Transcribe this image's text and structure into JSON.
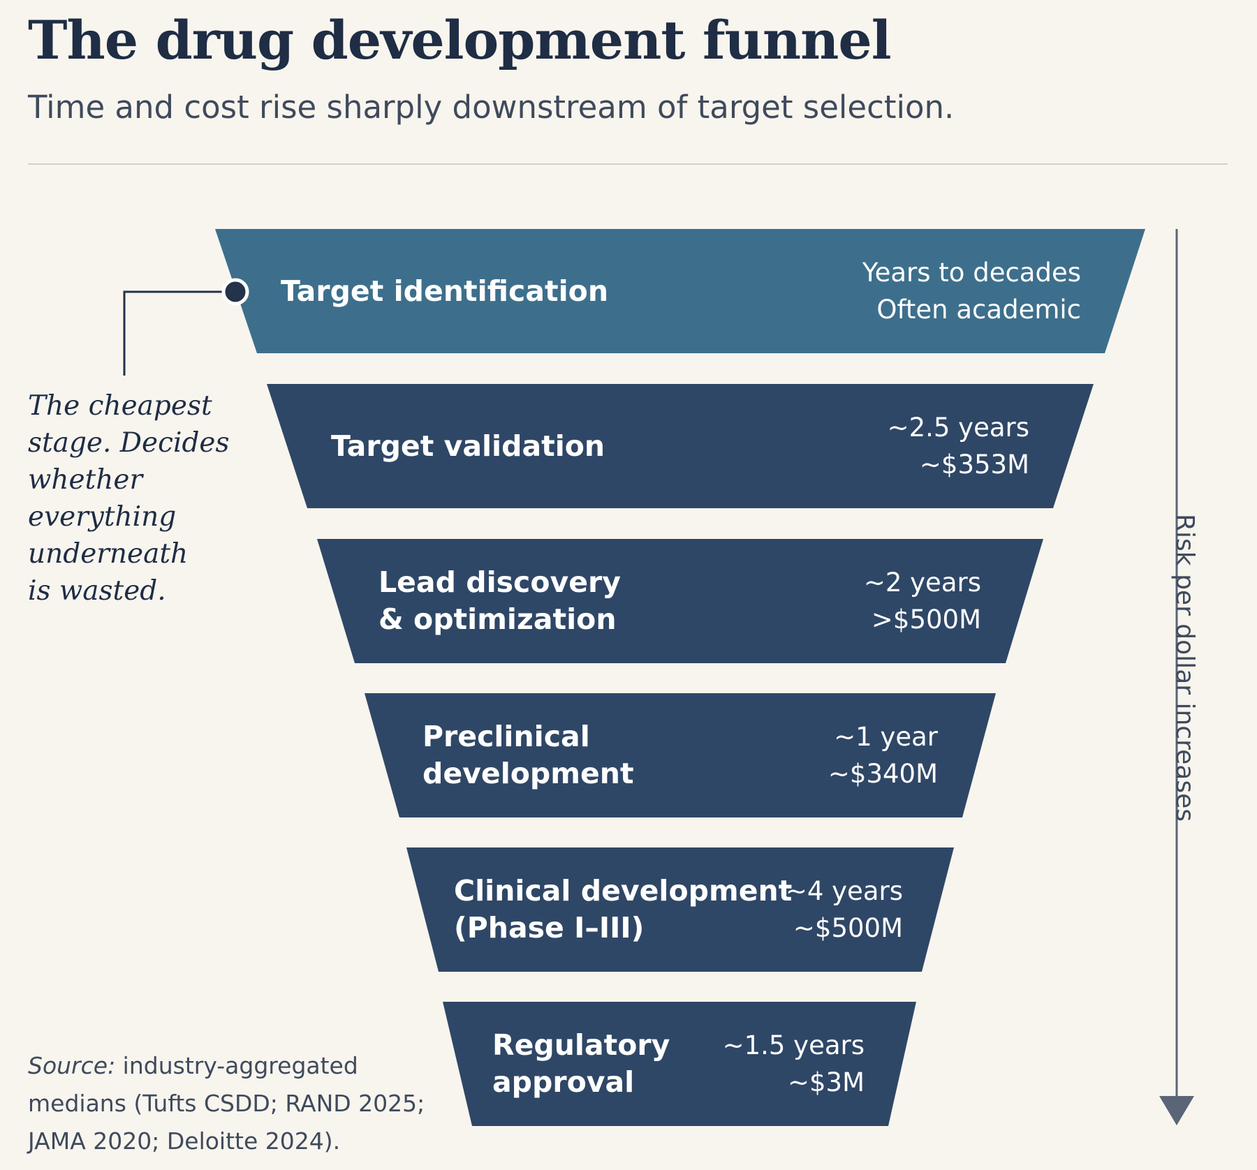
{
  "header": {
    "title": "The drug development funnel",
    "subtitle": "Time and cost rise sharply downstream of target selection."
  },
  "stages": [
    {
      "name_lines": [
        "Target identification"
      ],
      "meta_lines": [
        "Years to decades",
        "Often academic"
      ],
      "color": "#3d6f8c",
      "highlighted": true
    },
    {
      "name_lines": [
        "Target validation"
      ],
      "meta_lines": [
        "~2.5 years",
        "~$353M"
      ],
      "color": "#2f4766"
    },
    {
      "name_lines": [
        "Lead discovery",
        "& optimization"
      ],
      "meta_lines": [
        "~2 years",
        ">$500M"
      ],
      "color": "#2f4766"
    },
    {
      "name_lines": [
        "Preclinical",
        "development"
      ],
      "meta_lines": [
        "~1 year",
        "~$340M"
      ],
      "color": "#2f4766"
    },
    {
      "name_lines": [
        "Clinical development",
        "(Phase I–III)"
      ],
      "meta_lines": [
        "~4 years",
        "~$500M"
      ],
      "color": "#2f4766"
    },
    {
      "name_lines": [
        "Regulatory",
        "approval"
      ],
      "meta_lines": [
        "~1.5 years",
        "~$3M"
      ],
      "color": "#2f4766"
    }
  ],
  "annotation": {
    "lines": [
      "The cheapest",
      "stage. Decides",
      "whether",
      "everything",
      "underneath",
      "is wasted."
    ]
  },
  "source": {
    "label": "Source:",
    "line1": " industry-aggregated",
    "line2": "medians (Tufts CSDD; RAND 2025;",
    "line3": "JAMA 2020; Deloitte 2024)."
  },
  "axis": {
    "label": "Risk per dollar increases",
    "color": "#5a6577"
  },
  "colors": {
    "background": "#f8f5ee",
    "callout": "#24324a"
  }
}
